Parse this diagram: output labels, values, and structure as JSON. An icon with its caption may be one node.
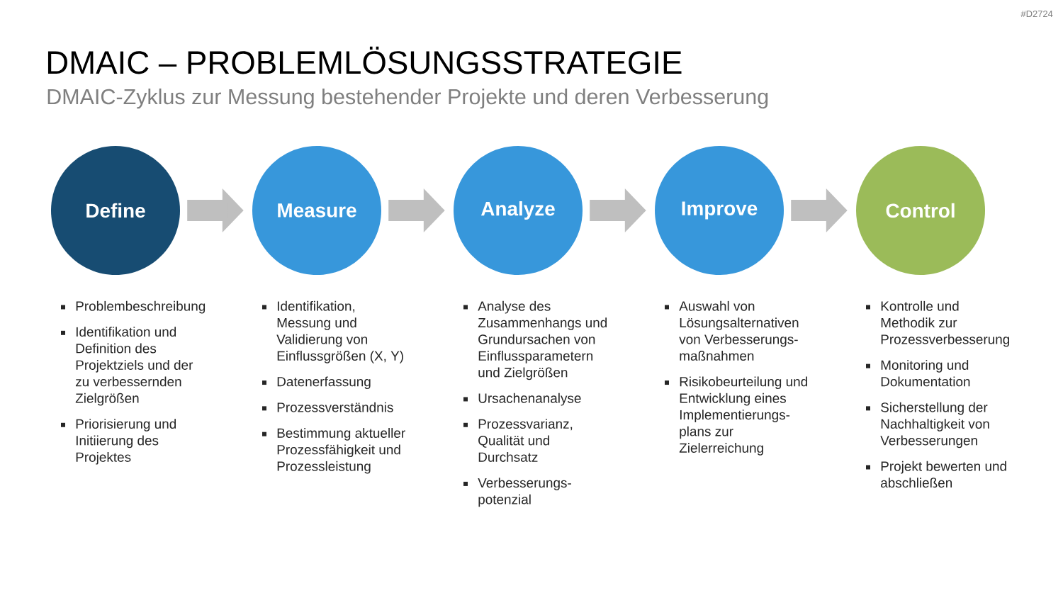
{
  "diagram": {
    "title": "DMAIC – PROBLEMLÖSUNGSSTRATEGIE",
    "nodes": [
      {
        "text": [
          "Define"
        ],
        "beside": [
          "Problembeschreibung",
          "Identifikation und Definition des Projektziels und der zu verbessernden Zielgrößen",
          "Priorisierung und Initiierung des Projektes"
        ]
      },
      {
        "text": [
          "Measure"
        ],
        "beside": [
          "Identifikation, Messung und Validierung von Einflussgrößen (X, Y)",
          "Datenerfassung",
          "Prozessverständnis",
          "Bestimmung aktueller Prozessfähigkeit und Prozessleistung"
        ]
      },
      {
        "text": [
          "Analyze"
        ],
        "beside": [
          "Analyse des Zusammenhangs und Grundursachen von Einflussparametern und Zielgrößen",
          "Ursachenanalyse",
          "Prozessvarianz, Qualität und Durchsatz",
          "Verbesserungs- potenzial"
        ]
      },
      {
        "text": [
          "Improve"
        ],
        "beside": [
          "Auswahl von Lösungsalternativen von Verbesserungs- maßnahmen",
          "Risikobeurteilung und Entwicklung eines Implementierungs- plans zur Zielerreichung"
        ]
      },
      {
        "text": [
          "Control"
        ],
        "beside": [
          "Kontrolle und Methodik zur Prozessverbesserung",
          "Monitoring und Dokumentation",
          "Sicherstellung der Nachhaltigkeit von Verbesserungen",
          "Projekt bewerten und abschließen"
        ]
      }
    ],
    "edges": [
      {
        "from": 0,
        "to": 1,
        "arrow": "to"
      },
      {
        "from": 1,
        "to": 2,
        "arrow": "to"
      },
      {
        "from": 2,
        "to": 3,
        "arrow": "to"
      },
      {
        "from": 3,
        "to": 4,
        "arrow": "to"
      }
    ],
    "labels": [
      "#D2724",
      "DMAIC-Zyklus zur Messung bestehender Projekte und deren Verbesserung"
    ]
  }
}
